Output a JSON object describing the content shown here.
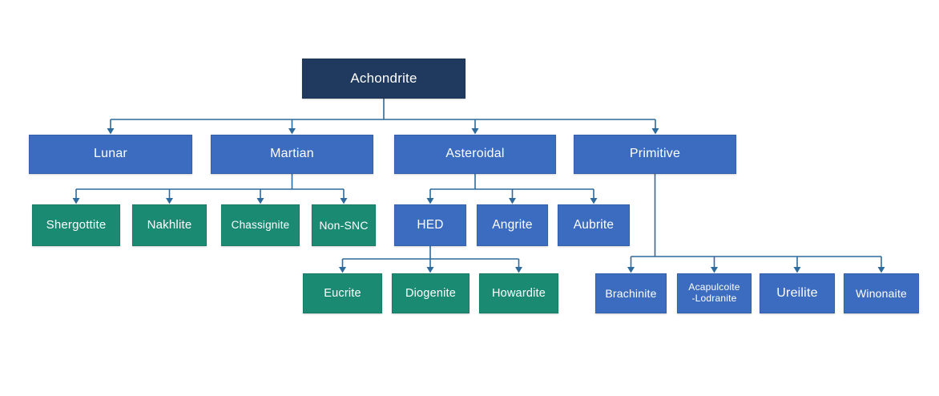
{
  "diagram": {
    "type": "org-tree",
    "colors": {
      "root_fill": "#1F3A5E",
      "branch_fill": "#3B6CC0",
      "leaf_fill": "#1B8A73",
      "connector": "#2E6B9C",
      "text": "#FFFFFF",
      "background": "#FFFFFF"
    },
    "nodes": {
      "achondrite": {
        "label": "Achondrite",
        "parent": null
      },
      "lunar": {
        "label": "Lunar",
        "parent": "achondrite"
      },
      "martian": {
        "label": "Martian",
        "parent": "achondrite"
      },
      "asteroidal": {
        "label": "Asteroidal",
        "parent": "achondrite"
      },
      "primitive": {
        "label": "Primitive",
        "parent": "achondrite"
      },
      "shergottite": {
        "label": "Shergottite",
        "parent": "martian"
      },
      "nakhlite": {
        "label": "Nakhlite",
        "parent": "martian"
      },
      "chassignite": {
        "label": "Chassignite",
        "parent": "martian"
      },
      "non_snc": {
        "label": "Non-SNC",
        "parent": "martian"
      },
      "hed": {
        "label": "HED",
        "parent": "asteroidal"
      },
      "angrite": {
        "label": "Angrite",
        "parent": "asteroidal"
      },
      "aubrite": {
        "label": "Aubrite",
        "parent": "asteroidal"
      },
      "eucrite": {
        "label": "Eucrite",
        "parent": "hed"
      },
      "diogenite": {
        "label": "Diogenite",
        "parent": "hed"
      },
      "howardite": {
        "label": "Howardite",
        "parent": "hed"
      },
      "brachinite": {
        "label": "Brachinite",
        "parent": "primitive"
      },
      "acapulcoite_lodranite": {
        "label": "Acapulcoite -Lodranite",
        "line1": "Acapulcoite",
        "line2": "-Lodranite",
        "parent": "primitive"
      },
      "ureilite": {
        "label": "Ureilite",
        "parent": "primitive"
      },
      "winonaite": {
        "label": "Winonaite",
        "parent": "primitive"
      }
    }
  }
}
